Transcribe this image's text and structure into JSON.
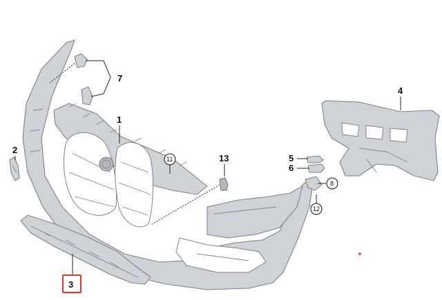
{
  "callouts": {
    "c1": "1",
    "c2": "2",
    "c3": "3",
    "c4": "4",
    "c5": "5",
    "c6": "6",
    "c7": "7",
    "c8": "8",
    "c11": "11",
    "c12": "12",
    "c13": "13"
  },
  "colors": {
    "part_fill": "#cfd2d6",
    "part_outline": "#7d8288",
    "highlight": "#e5352b"
  },
  "selected_callout": "3"
}
